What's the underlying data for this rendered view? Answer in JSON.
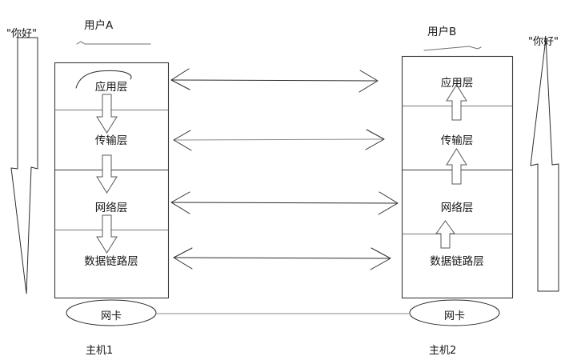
{
  "diagram": {
    "title_left_user": "用户A",
    "title_right_user": "用户B",
    "quote_left": "\"你好\"",
    "quote_right": "\"你好\"",
    "host_left": "主机1",
    "host_right": "主机2",
    "nic_left": "网卡",
    "nic_right": "网卡"
  },
  "left_stack": {
    "layers": [
      {
        "label": "应用层"
      },
      {
        "label": "传输层"
      },
      {
        "label": "网络层"
      },
      {
        "label": "数据链路层"
      }
    ]
  },
  "right_stack": {
    "layers": [
      {
        "label": "应用层"
      },
      {
        "label": "传输层"
      },
      {
        "label": "网络层"
      },
      {
        "label": "数据链路层"
      }
    ]
  },
  "colors": {
    "line": "#3a3a3a",
    "divider": "#777777",
    "text": "#161616",
    "arrow_outline": "#5a5a5a",
    "background": "#ffffff"
  },
  "flow": {
    "left_direction": "down",
    "right_direction": "up",
    "peer_links": 4
  }
}
